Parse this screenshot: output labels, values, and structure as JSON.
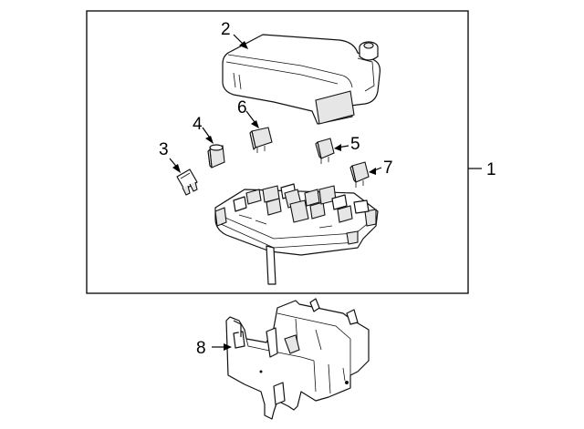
{
  "callouts": {
    "c1": "1",
    "c2": "2",
    "c3": "3",
    "c4": "4",
    "c5": "5",
    "c6": "6",
    "c7": "7",
    "c8": "8"
  },
  "parts": [
    {
      "id": "1",
      "icon": "fuse-relay-box-assembly"
    },
    {
      "id": "2",
      "icon": "cover-lid"
    },
    {
      "id": "3",
      "icon": "mini-fuse"
    },
    {
      "id": "4",
      "icon": "relay"
    },
    {
      "id": "5",
      "icon": "relay"
    },
    {
      "id": "6",
      "icon": "relay"
    },
    {
      "id": "7",
      "icon": "relay"
    },
    {
      "id": "8",
      "icon": "mounting-bracket"
    }
  ]
}
